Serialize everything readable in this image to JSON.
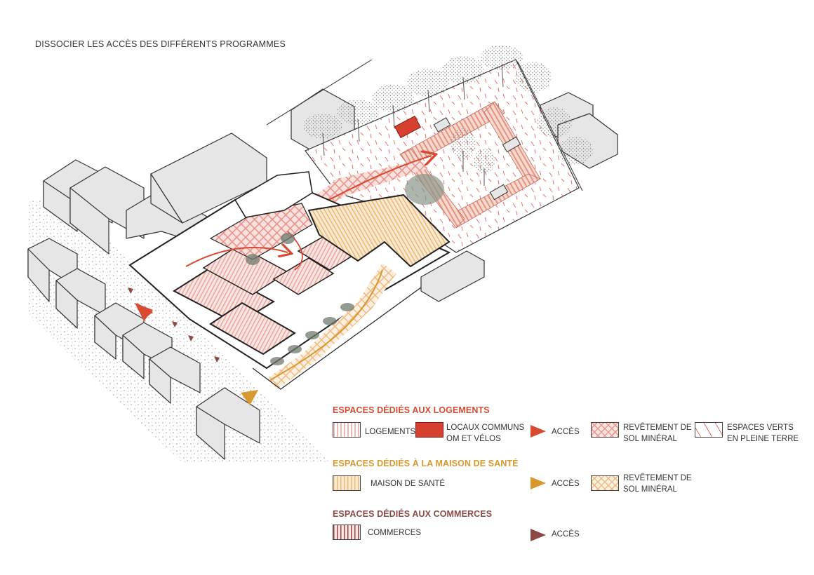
{
  "title": "DISSOCIER LES ACCÈS DES DIFFÉRENTS  PROGRAMMES",
  "colors": {
    "logements": "#d94a32",
    "sante": "#d9982f",
    "commerces": "#8c4a45",
    "building_gray": "#e6e6e6",
    "stroke": "#333333"
  },
  "legend": {
    "logements_section": {
      "heading": "ESPACES DÉDIÉS AUX LOGEMENTS",
      "items": {
        "logements": "LOGEMENTS",
        "locaux_line1": "LOCAUX COMMUNS",
        "locaux_line2": "OM ET VÉLOS",
        "acces": "ACCÈS",
        "revetement_line1": "REVÊTEMENT DE",
        "revetement_line2": "SOL MINÉRAL",
        "verts_line1": "ESPACES VERTS",
        "verts_line2": "EN PLEINE TERRE"
      }
    },
    "sante_section": {
      "heading": "ESPACES DÉDIÉS À LA MAISON DE SANTÉ",
      "items": {
        "maison": "MAISON DE SANTÉ",
        "acces": "ACCÈS",
        "revetement_line1": "REVÊTEMENT DE",
        "revetement_line2": "SOL MINÉRAL"
      }
    },
    "commerces_section": {
      "heading": "ESPACES DÉDIÉS AUX COMMERCES",
      "items": {
        "commerces": "COMMERCES",
        "acces": "ACCÈS"
      }
    }
  }
}
